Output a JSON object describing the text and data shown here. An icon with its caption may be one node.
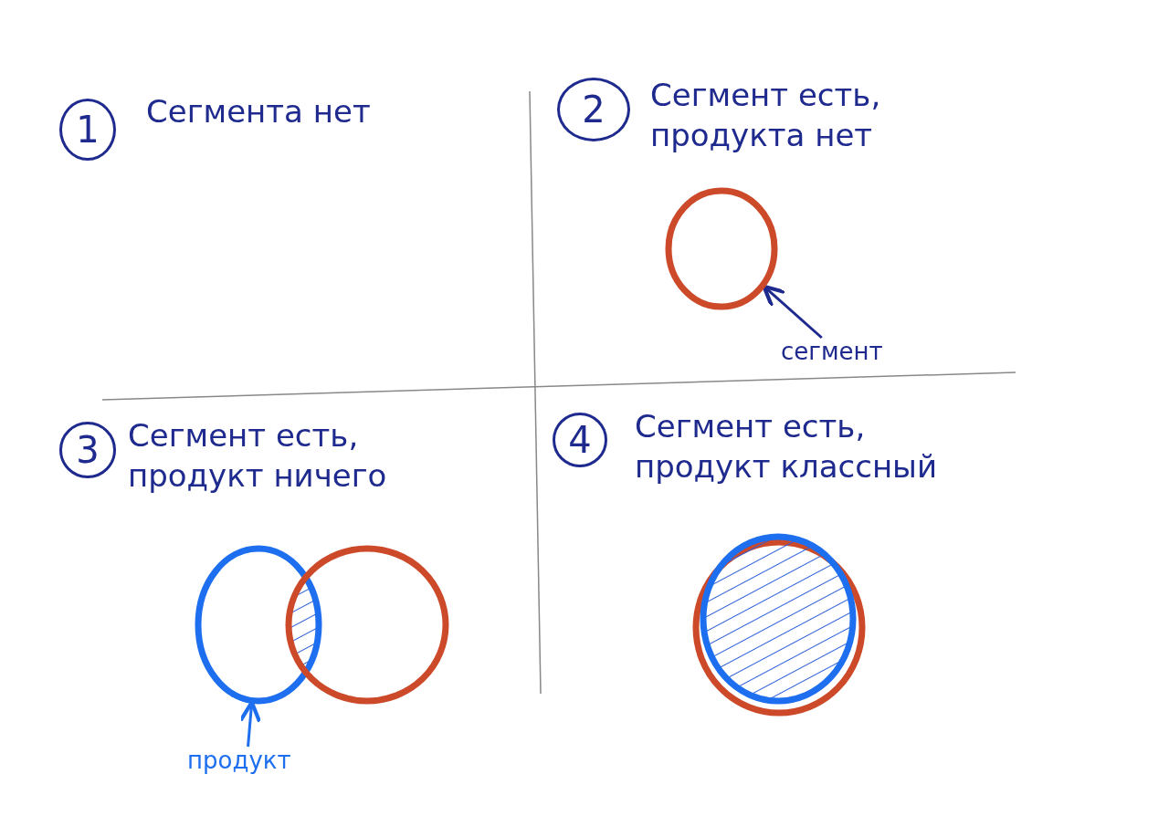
{
  "diagram": {
    "nodes": [
      {
        "text": [
          "1"
        ],
        "beside": [
          "Сегмента нет"
        ]
      },
      {
        "text": [
          "2"
        ],
        "beside": [
          "Сегмент есть, продукта нет"
        ]
      },
      {
        "text": [],
        "shape": "circle"
      },
      {
        "text": [
          "сегмент"
        ]
      },
      {
        "text": [
          "3"
        ],
        "beside": [
          "Сегмент есть, продукт ничего"
        ]
      },
      {
        "text": [],
        "shape": "circle"
      },
      {
        "text": [],
        "shape": "circle"
      },
      {
        "text": [
          "продукт"
        ]
      },
      {
        "text": [
          "4"
        ],
        "beside": [
          "Сегмент есть, продукт классный"
        ]
      },
      {
        "text": [],
        "shape": "circle"
      },
      {
        "text": [],
        "shape": "circle",
        "in": 9
      }
    ],
    "edges": [
      {
        "from": 3,
        "to": 2,
        "arrow": "to"
      },
      {
        "from": 7,
        "to": 5,
        "arrow": "to",
        "color": "#1e6ff0"
      }
    ]
  }
}
